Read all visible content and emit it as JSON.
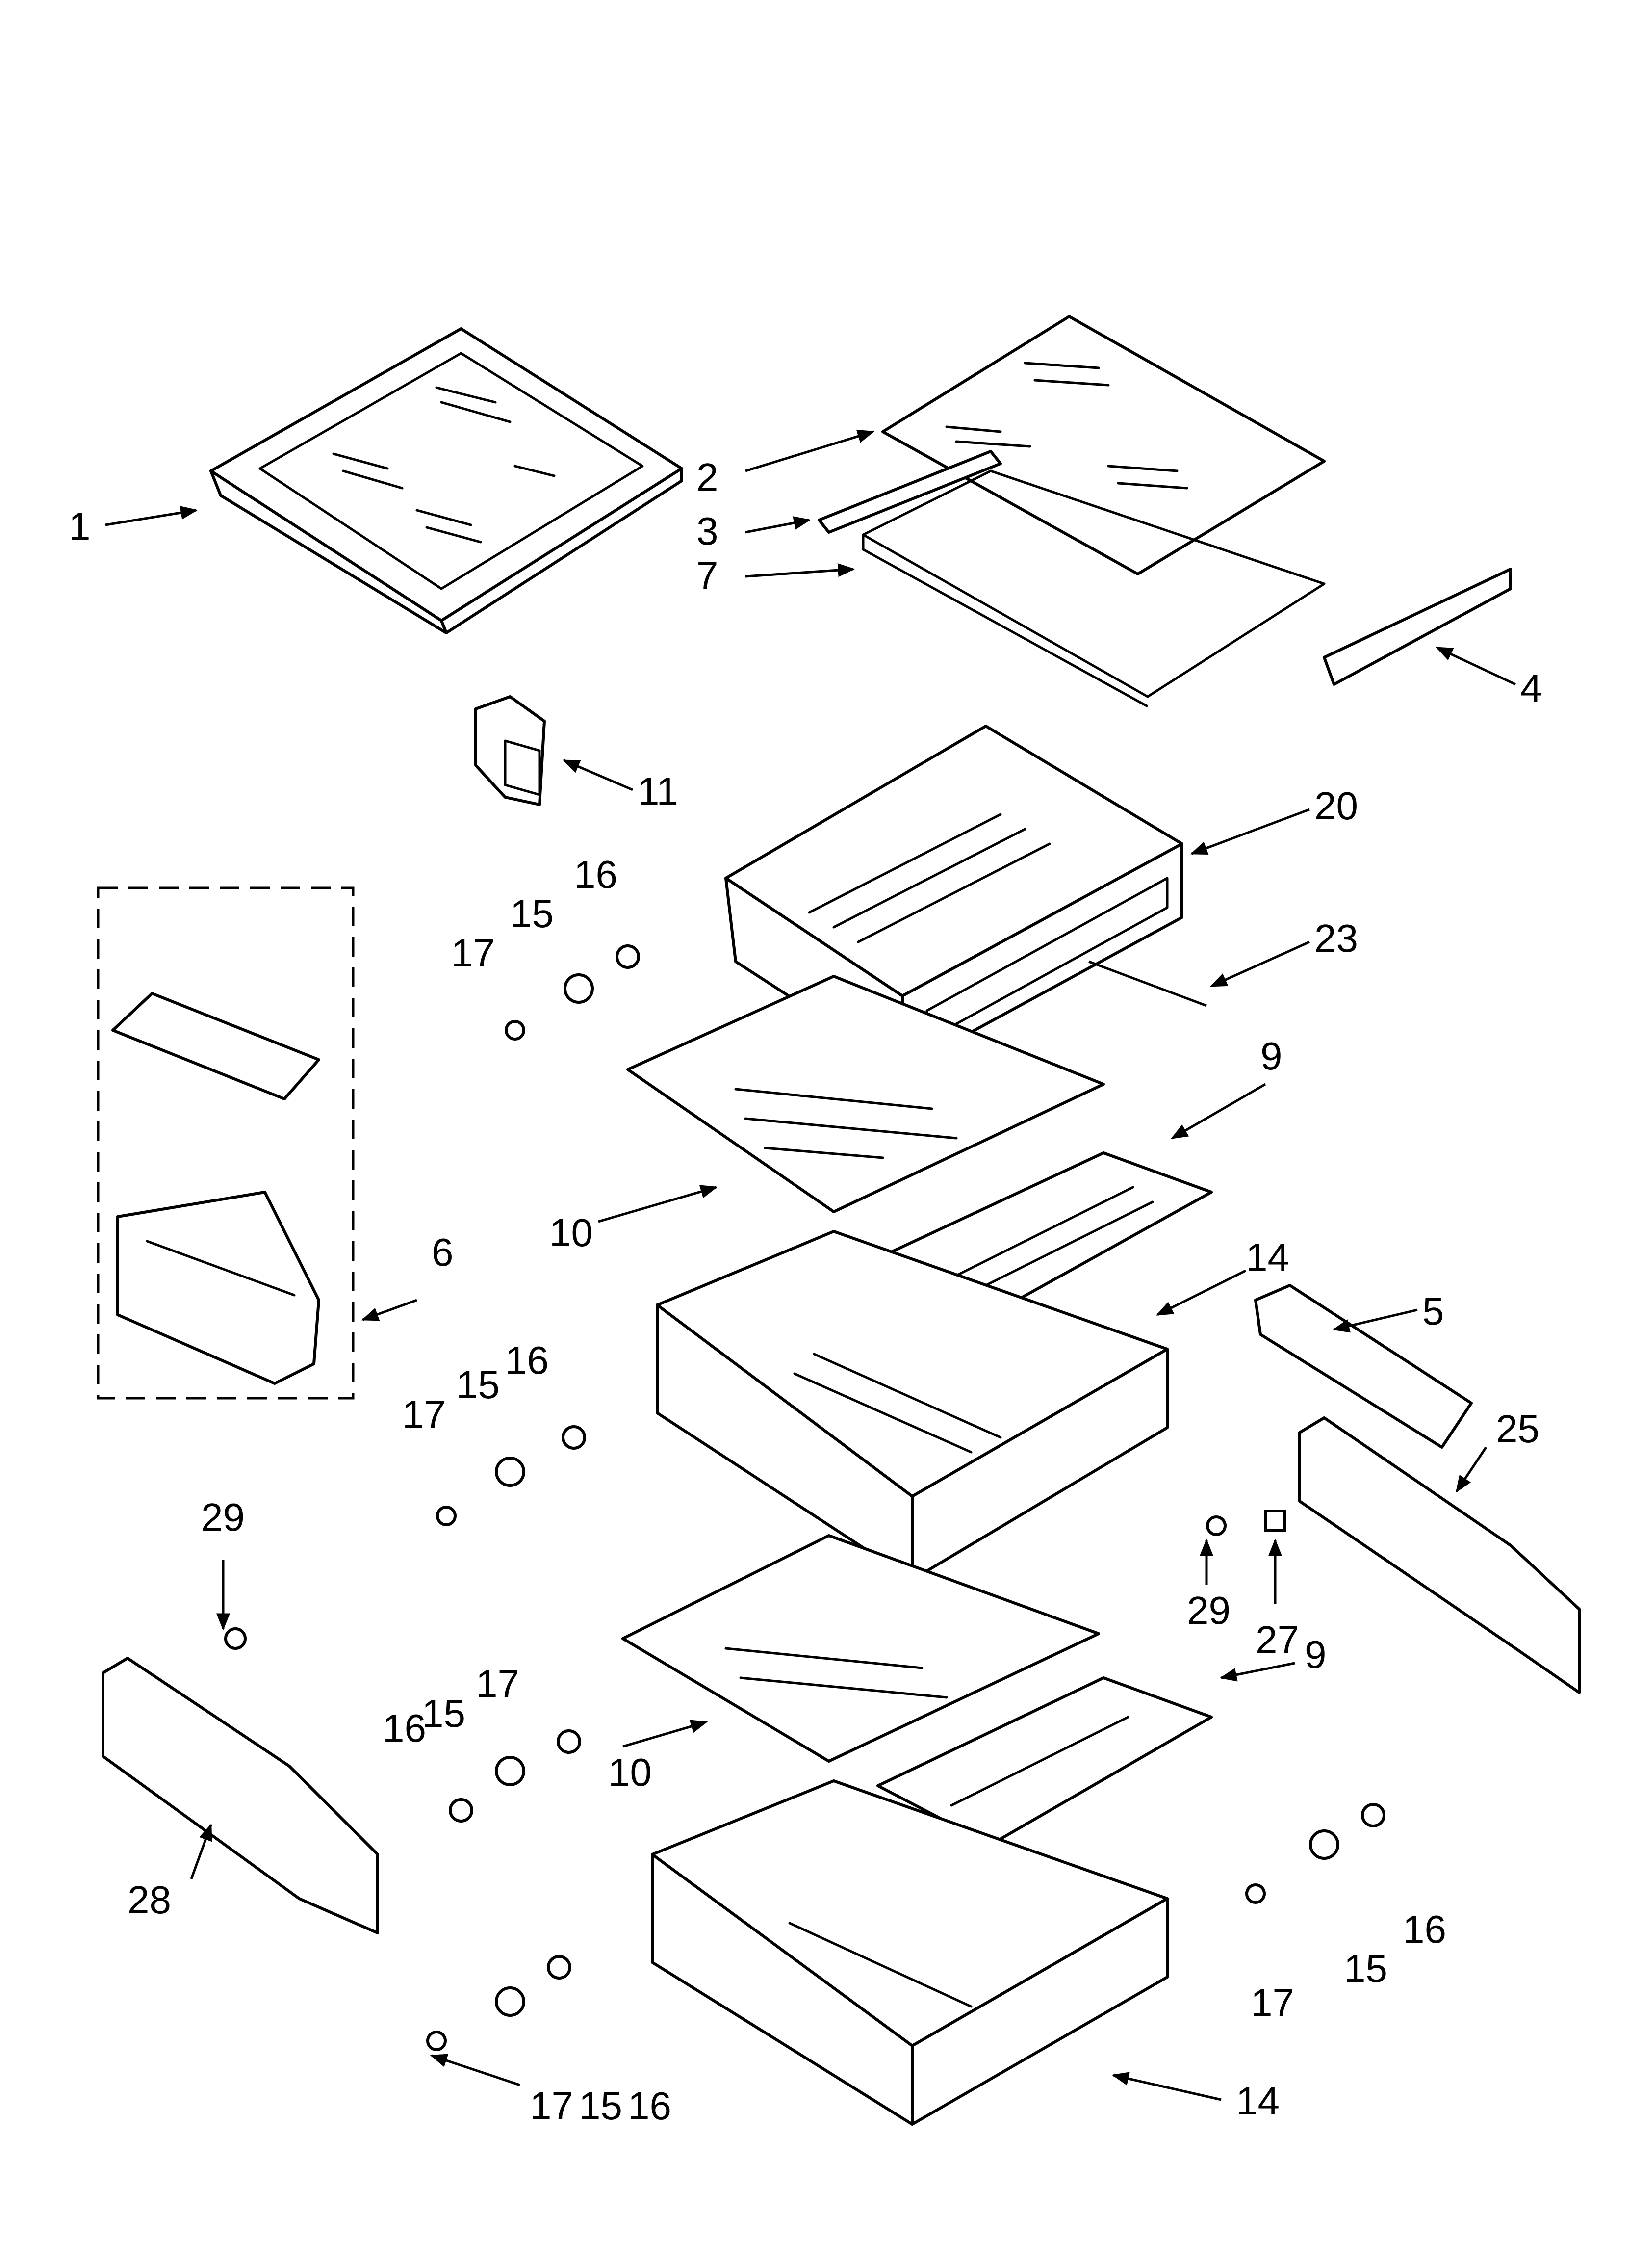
{
  "diagram": {
    "callouts": {
      "c1": "1",
      "c2": "2",
      "c3": "3",
      "c7": "7",
      "c4": "4",
      "c11": "11",
      "c20": "20",
      "c23": "23",
      "c16a": "16",
      "c15a": "15",
      "c17a": "17",
      "c6": "6",
      "c9a": "9",
      "c10a": "10",
      "c14a": "14",
      "c5": "5",
      "c16b": "16",
      "c15b": "15",
      "c17b": "17",
      "c25": "25",
      "c29a": "29",
      "c27": "27",
      "c29b": "29",
      "c17c": "17",
      "c15c": "15",
      "c16c": "16",
      "c9b": "9",
      "c10b": "10",
      "c28": "28",
      "c17d": "17",
      "c15d": "15",
      "c16d": "16",
      "c14b": "14",
      "c17e": "17",
      "c15e": "15",
      "c16e": "16"
    }
  }
}
